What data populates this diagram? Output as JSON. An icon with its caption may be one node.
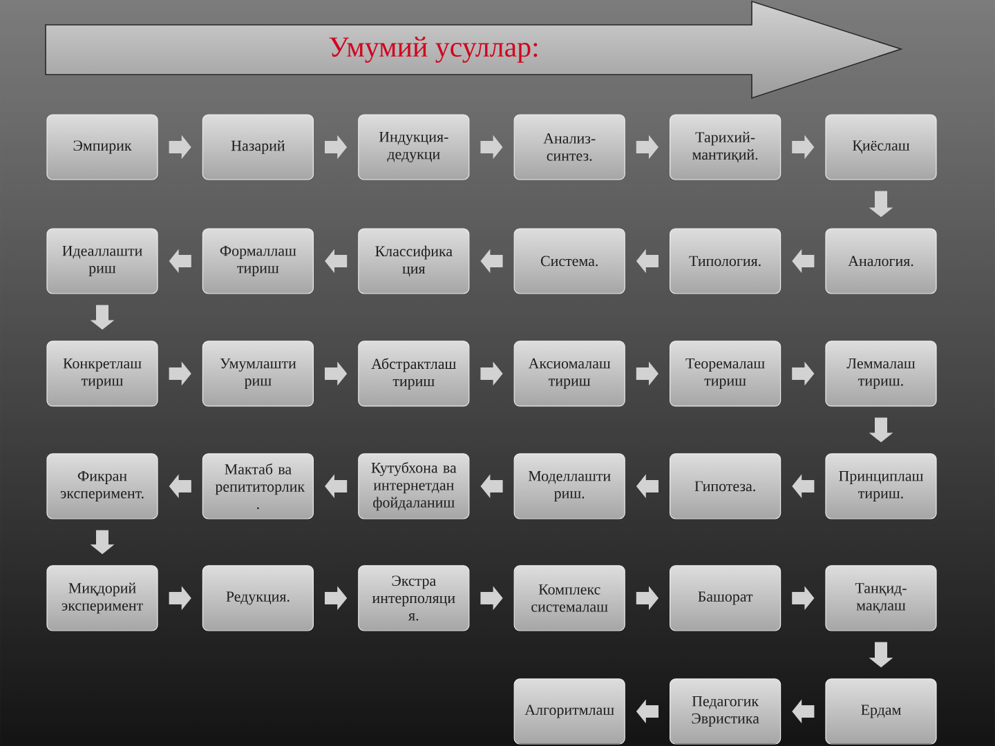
{
  "diagram": {
    "nodes": [
      {
        "text": [
          "Умумий усуллар:"
        ]
      },
      {
        "text": [
          "Эмпирик"
        ]
      },
      {
        "text": [
          "Назарий"
        ]
      },
      {
        "text": [
          "Индукция- дедукци"
        ]
      },
      {
        "text": [
          "Анализ- синтез."
        ]
      },
      {
        "text": [
          "Тарихий- мантиқий."
        ]
      },
      {
        "text": [
          "Қиёслаш"
        ]
      },
      {
        "text": [
          "Аналогия."
        ]
      },
      {
        "text": [
          "Типология."
        ]
      },
      {
        "text": [
          "Система."
        ]
      },
      {
        "text": [
          "Классифика ция"
        ]
      },
      {
        "text": [
          "Формаллаш тириш"
        ]
      },
      {
        "text": [
          "Идеаллашти риш"
        ]
      },
      {
        "text": [
          "Конкретлаш тириш"
        ]
      },
      {
        "text": [
          "Умумлашти риш"
        ]
      },
      {
        "text": [
          "Абстрактлаш тириш"
        ]
      },
      {
        "text": [
          "Аксиомалаш тириш"
        ]
      },
      {
        "text": [
          "Теоремалаш тириш"
        ]
      },
      {
        "text": [
          "Леммалаш тириш."
        ]
      },
      {
        "text": [
          "Принциплаш тириш."
        ]
      },
      {
        "text": [
          "Гипотеза."
        ]
      },
      {
        "text": [
          "Моделлашти риш."
        ]
      },
      {
        "text": [
          "Кутубхона ва интернетдан фойдаланиш"
        ]
      },
      {
        "text": [
          "Мактаб ва репититорлик ."
        ]
      },
      {
        "text": [
          "Фикран эксперимент."
        ]
      },
      {
        "text": [
          "Миқдорий эксперимент"
        ]
      },
      {
        "text": [
          "Редукция."
        ]
      },
      {
        "text": [
          "Экстра интерполяци я."
        ]
      },
      {
        "text": [
          "Комплекс системалаш"
        ]
      },
      {
        "text": [
          "Башорат"
        ]
      },
      {
        "text": [
          "Танқид- мақлаш"
        ]
      },
      {
        "text": [
          "Ердам"
        ]
      },
      {
        "text": [
          "Педагогик Эвристика"
        ]
      },
      {
        "text": [
          "Алгоритмлаш"
        ]
      }
    ],
    "edges": [
      {
        "from": 1,
        "to": 2,
        "arrow": "to"
      },
      {
        "from": 2,
        "to": 3,
        "arrow": "to"
      },
      {
        "from": 3,
        "to": 4,
        "arrow": "to"
      },
      {
        "from": 4,
        "to": 5,
        "arrow": "to"
      },
      {
        "from": 5,
        "to": 6,
        "arrow": "to"
      },
      {
        "from": 6,
        "to": 7,
        "arrow": "to"
      },
      {
        "from": 7,
        "to": 8,
        "arrow": "to"
      },
      {
        "from": 8,
        "to": 9,
        "arrow": "to"
      },
      {
        "from": 9,
        "to": 10,
        "arrow": "to"
      },
      {
        "from": 10,
        "to": 11,
        "arrow": "to"
      },
      {
        "from": 11,
        "to": 12,
        "arrow": "to"
      },
      {
        "from": 12,
        "to": 13,
        "arrow": "to"
      },
      {
        "from": 13,
        "to": 14,
        "arrow": "to"
      },
      {
        "from": 14,
        "to": 15,
        "arrow": "to"
      },
      {
        "from": 15,
        "to": 16,
        "arrow": "to"
      },
      {
        "from": 16,
        "to": 17,
        "arrow": "to"
      },
      {
        "from": 17,
        "to": 18,
        "arrow": "to"
      },
      {
        "from": 18,
        "to": 19,
        "arrow": "to"
      },
      {
        "from": 19,
        "to": 20,
        "arrow": "to"
      },
      {
        "from": 20,
        "to": 21,
        "arrow": "to"
      },
      {
        "from": 21,
        "to": 22,
        "arrow": "to"
      },
      {
        "from": 22,
        "to": 23,
        "arrow": "to"
      },
      {
        "from": 23,
        "to": 24,
        "arrow": "to"
      },
      {
        "from": 24,
        "to": 25,
        "arrow": "to"
      },
      {
        "from": 25,
        "to": 26,
        "arrow": "to"
      },
      {
        "from": 26,
        "to": 27,
        "arrow": "to"
      },
      {
        "from": 27,
        "to": 28,
        "arrow": "to"
      },
      {
        "from": 28,
        "to": 29,
        "arrow": "to"
      },
      {
        "from": 29,
        "to": 30,
        "arrow": "to"
      },
      {
        "from": 30,
        "to": 31,
        "arrow": "to"
      },
      {
        "from": 31,
        "to": 32,
        "arrow": "to"
      },
      {
        "from": 32,
        "to": 33,
        "arrow": "to"
      }
    ]
  }
}
